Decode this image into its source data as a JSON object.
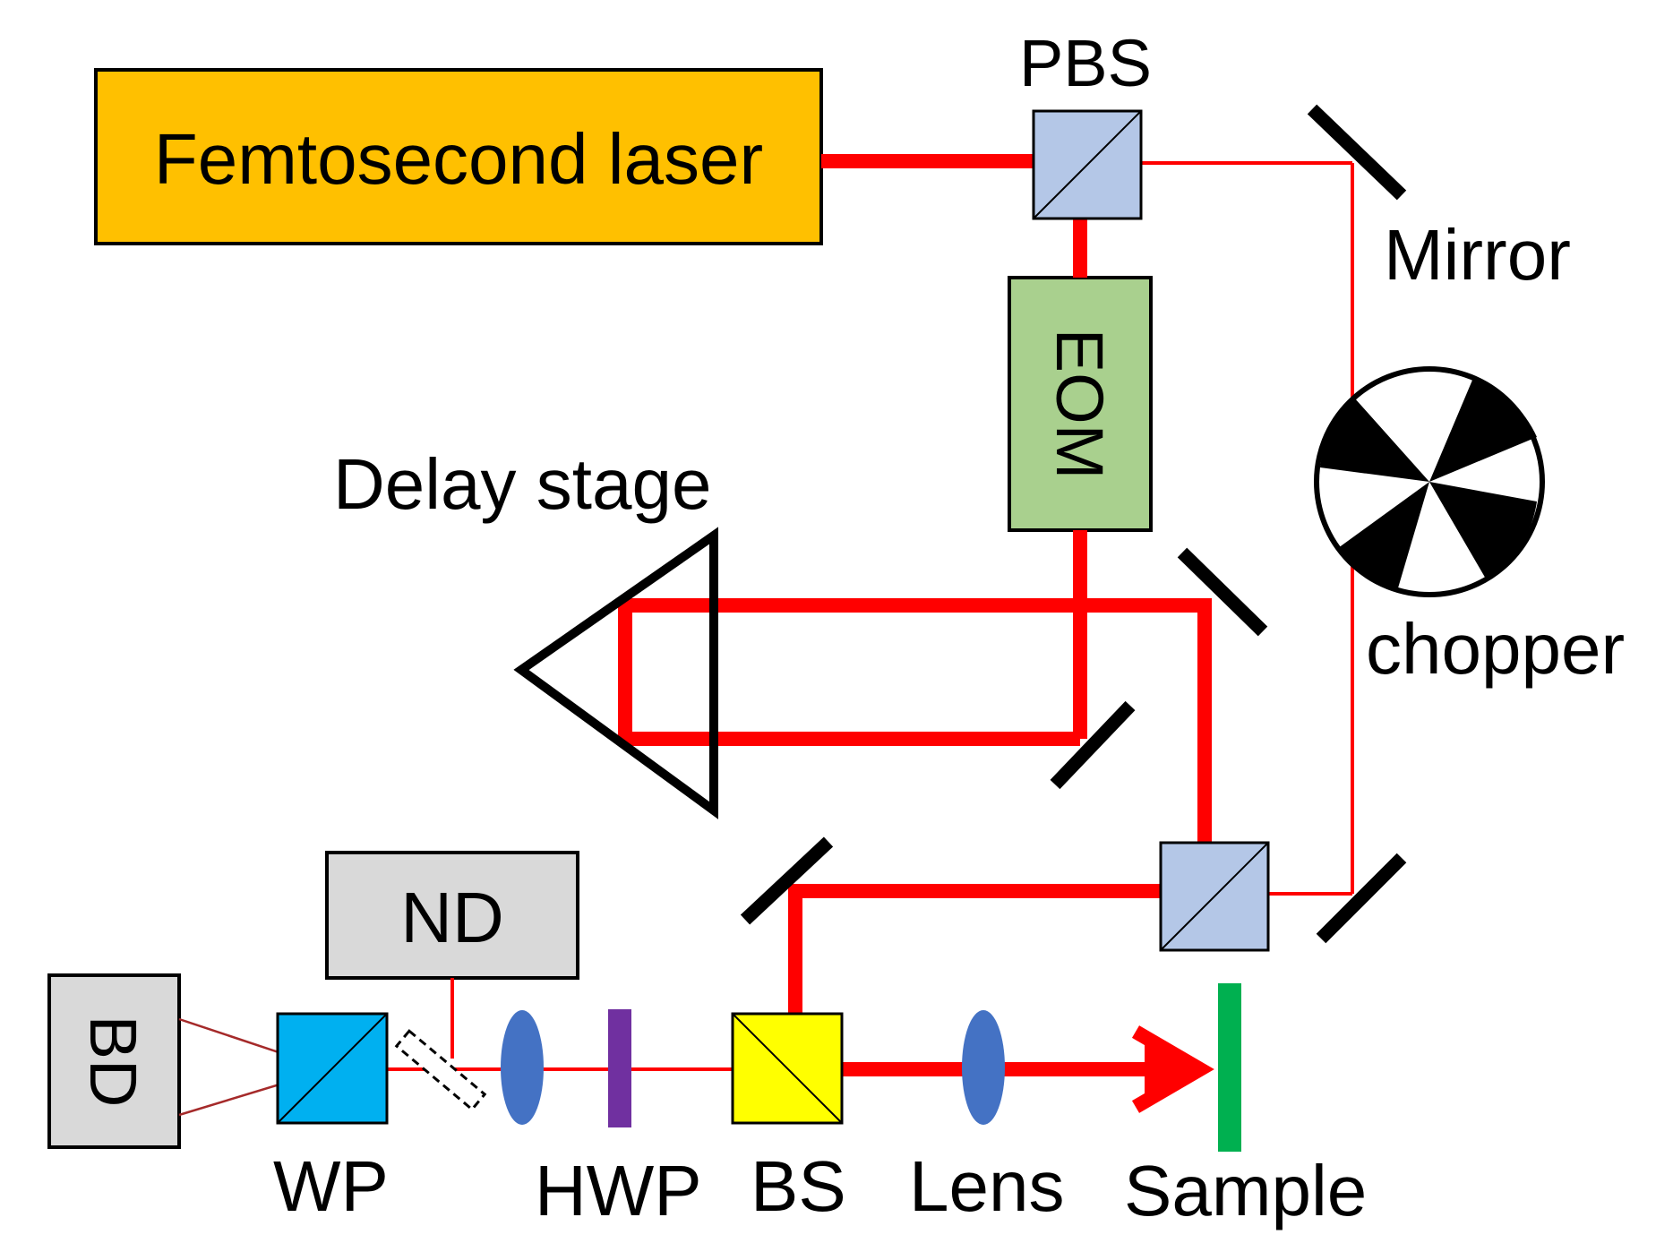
{
  "labels": {
    "laser": "Femtosecond laser",
    "pbs": "PBS",
    "mirror": "Mirror",
    "eom": "EOM",
    "delay_stage": "Delay stage",
    "chopper": "chopper",
    "nd": "ND",
    "bd": "BD",
    "wp": "WP",
    "hwp": "HWP",
    "bs": "BS",
    "lens": "Lens",
    "sample": "Sample"
  },
  "colors": {
    "beam": "#ff0000",
    "laser_box": "#ffc000",
    "eom_box": "#a9d08e",
    "cube": "#b4c7e7",
    "wp_cube": "#00b0f0",
    "bs_cube": "#ffff00",
    "gray_box": "#d9d9d9",
    "lens": "#4472c4",
    "hwp": "#7030a0",
    "sample": "#00b050",
    "optics_black": "#000000",
    "bd_lines": "#a52a2a"
  }
}
